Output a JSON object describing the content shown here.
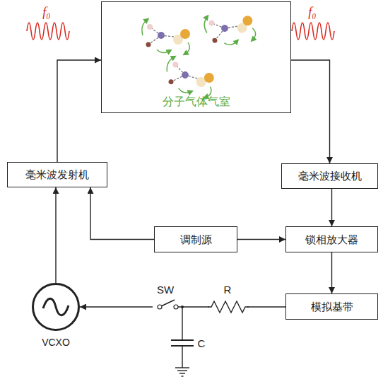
{
  "diagram": {
    "nodes": [
      {
        "text": [
          "分子气体气室"
        ]
      },
      {
        "text": [
          "毫米波发射机"
        ]
      },
      {
        "text": [
          "毫米波接收机"
        ]
      },
      {
        "text": [
          "调制源"
        ]
      },
      {
        "text": [
          "锁相放大器"
        ]
      },
      {
        "text": [
          "模拟基带"
        ]
      },
      {
        "text": [
          "VCXO"
        ]
      }
    ],
    "edges": [
      {
        "from": 1,
        "to": 0,
        "arrow": "to"
      },
      {
        "from": 0,
        "to": 2,
        "arrow": "to"
      },
      {
        "from": 2,
        "to": 4,
        "arrow": "to"
      },
      {
        "from": 3,
        "to": 1,
        "arrow": "to"
      },
      {
        "from": 3,
        "to": 4,
        "arrow": "to"
      },
      {
        "from": 4,
        "to": 5,
        "arrow": "to"
      },
      {
        "from": 5,
        "to": 6,
        "arrow": "to"
      },
      {
        "from": 6,
        "to": 1,
        "arrow": "to"
      }
    ],
    "labels": [
      "f₀",
      "f₀",
      "SW",
      "R",
      "C"
    ]
  }
}
